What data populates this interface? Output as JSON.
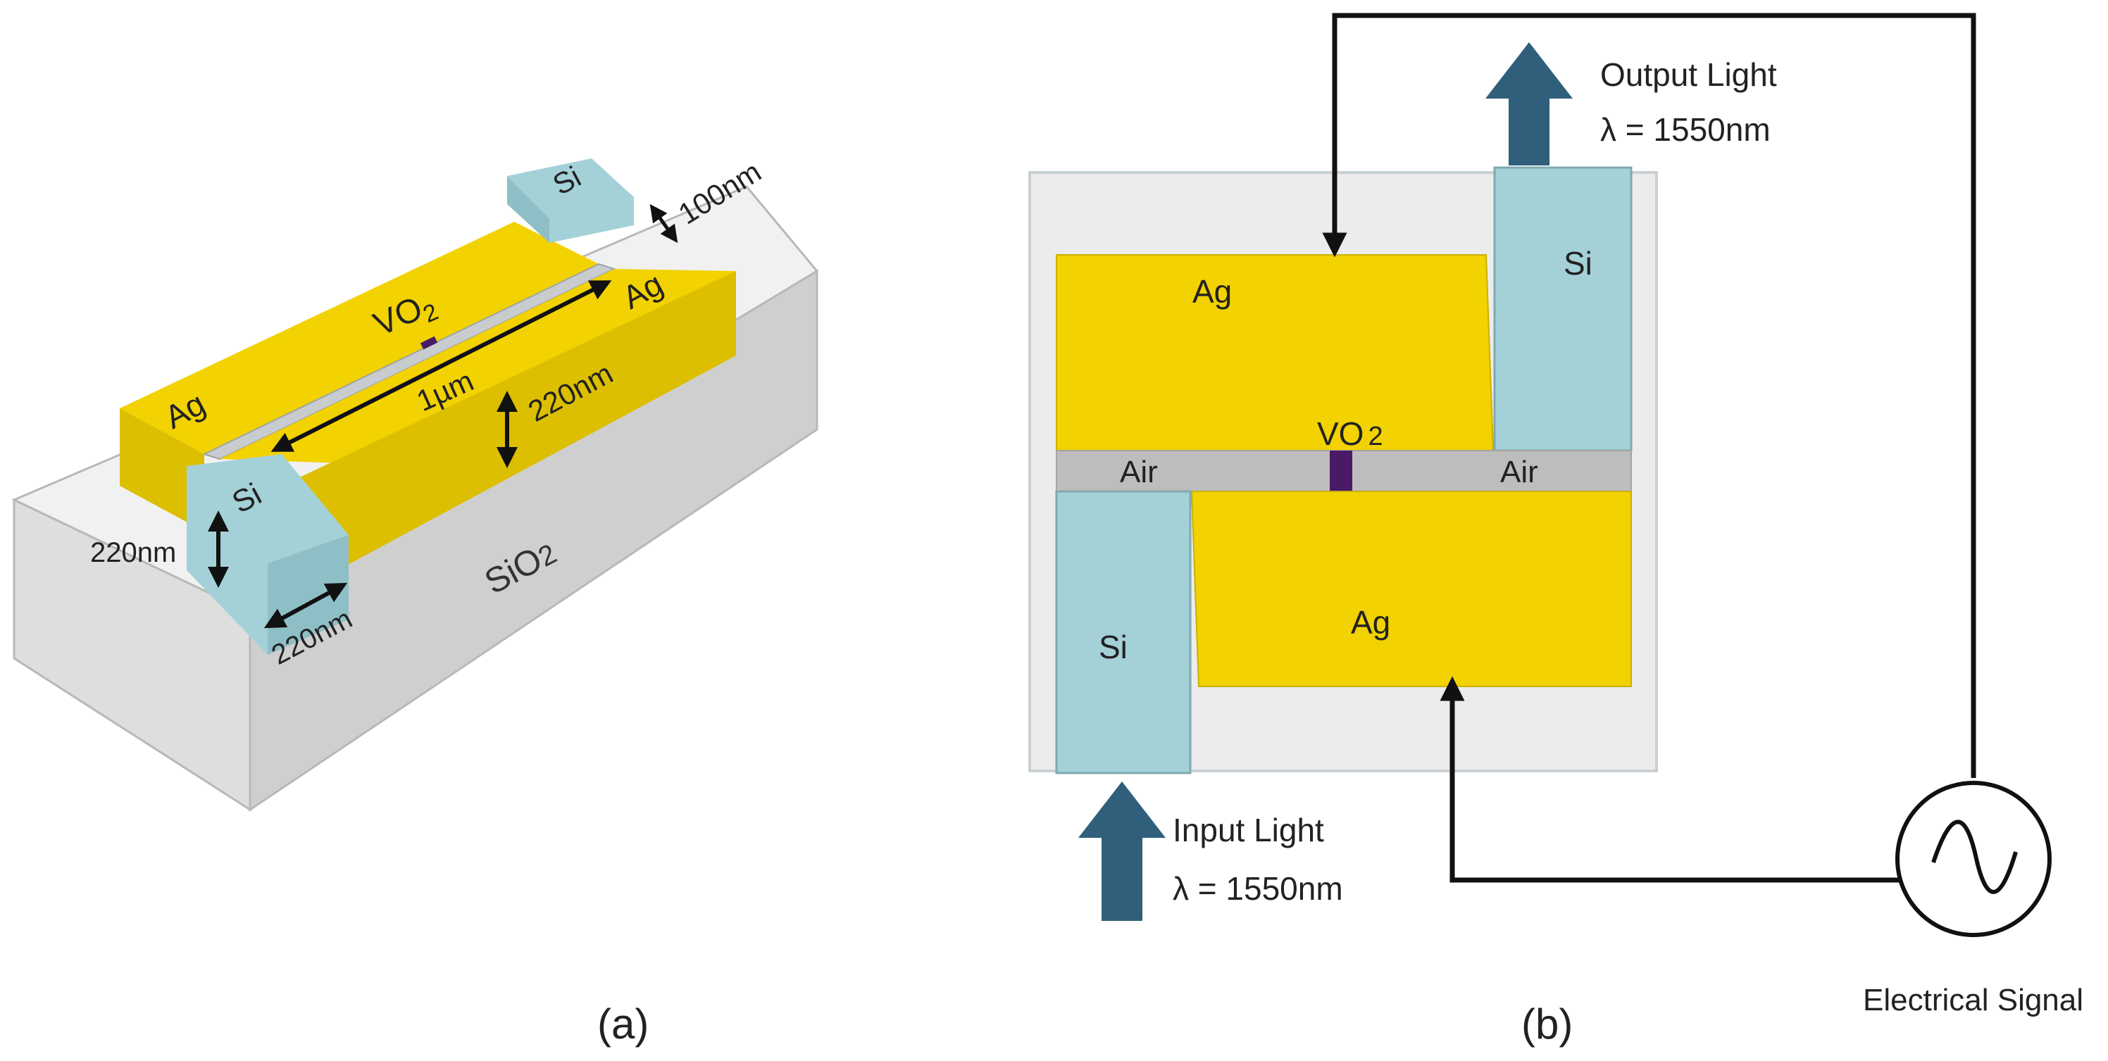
{
  "colors": {
    "silver_fill": "#c8ccce",
    "ag_yellow": "#f2d200",
    "ag_yellow_dark": "#dcbf00",
    "si_blue": "#a4d1d8",
    "si_blue_dark": "#8fbfc6",
    "sio2_top": "#f1f1f1",
    "sio2_front": "#dedede",
    "sio2_side": "#cfcfcf",
    "vo2_purple": "#4a1a66",
    "arrow_blue": "#2f5f7a",
    "wire": "#111111",
    "air_gray": "#bdbdbd",
    "substrate_b": "#ececec"
  },
  "panel_a": {
    "caption": "(a)",
    "labels": {
      "si_top": "Si",
      "si_front": "Si",
      "ag_left": "Ag",
      "ag_right": "Ag",
      "vo2_main": "VO",
      "vo2_sub": "2",
      "sio2_main": "SiO",
      "sio2_sub": "2",
      "gap_width": "100nm",
      "length": "1µm",
      "ag_height": "220nm",
      "si_height": "220nm",
      "si_width": "220nm"
    }
  },
  "panel_b": {
    "caption": "(b)",
    "labels": {
      "ag_top": "Ag",
      "ag_bottom": "Ag",
      "si_right": "Si",
      "si_left": "Si",
      "air_left": "Air",
      "air_right": "Air",
      "vo2_main": "VO",
      "vo2_sub": "2",
      "output_light": "Output Light",
      "output_wavelength": "λ = 1550nm",
      "input_light": "Input Light",
      "input_wavelength": "λ = 1550nm",
      "electrical_signal": "Electrical Signal"
    }
  }
}
